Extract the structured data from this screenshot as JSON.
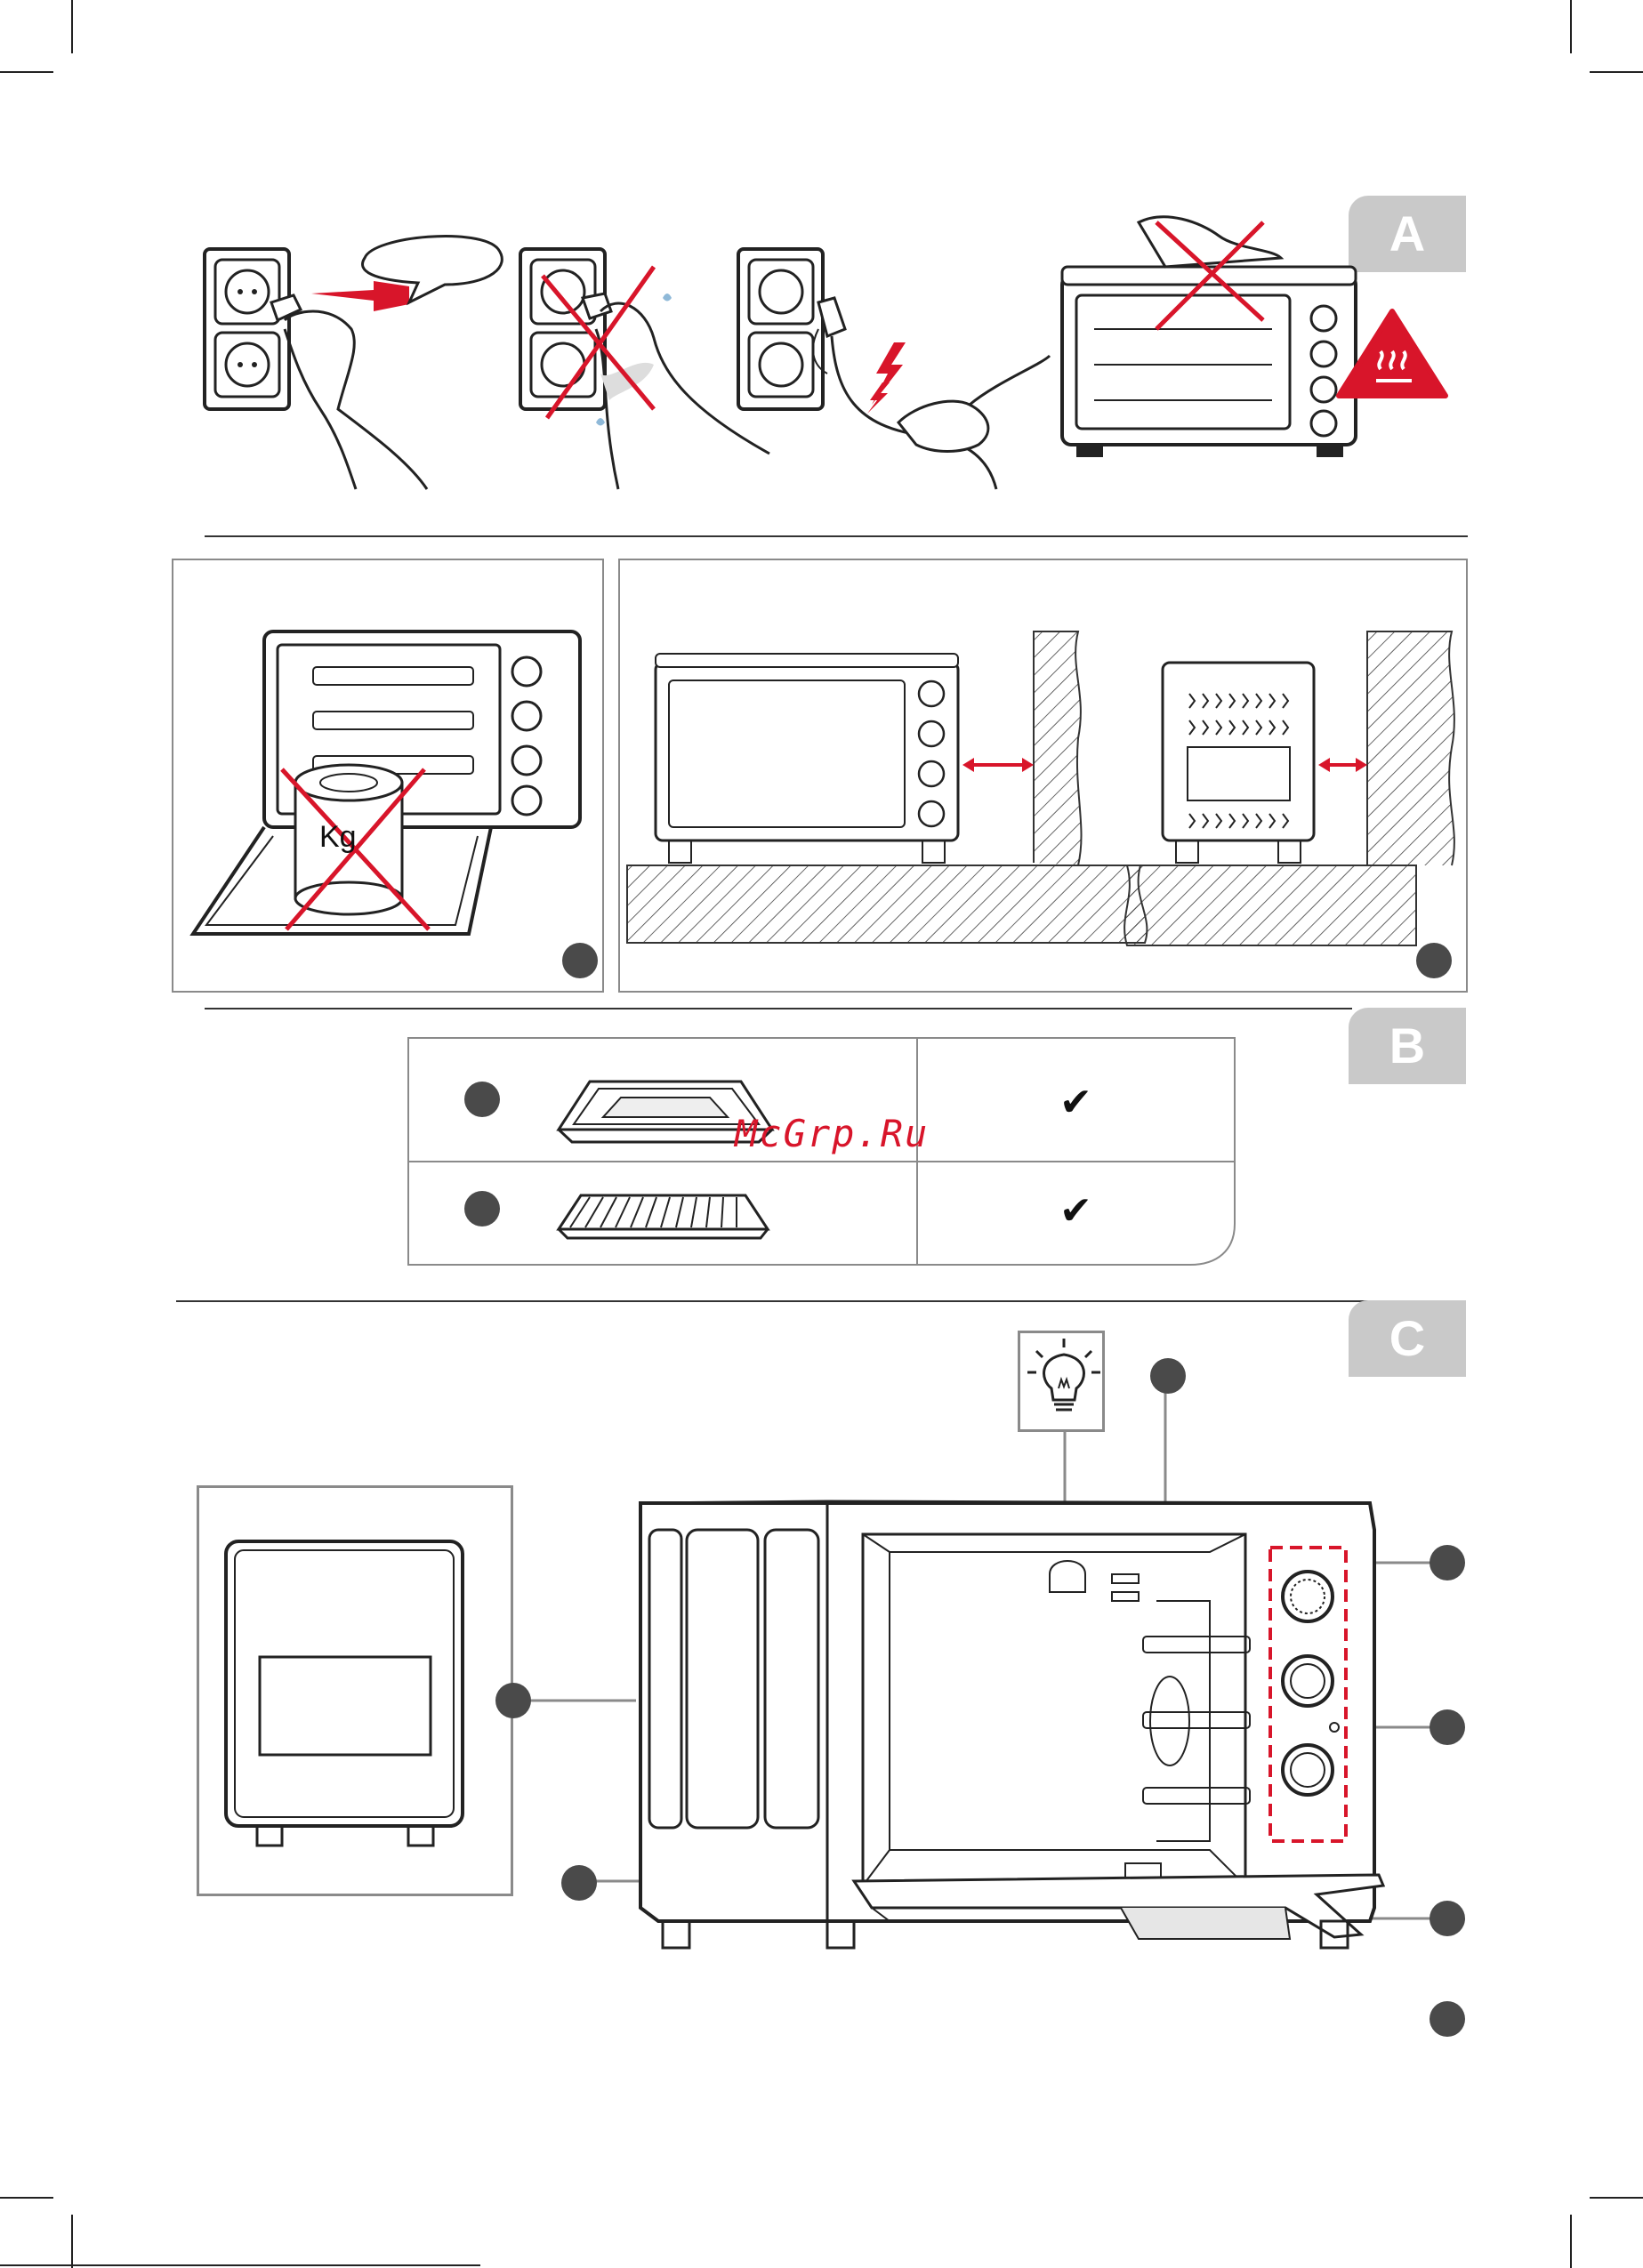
{
  "sections": {
    "a": {
      "tab_label": "A"
    },
    "b": {
      "tab_label": "B"
    },
    "c": {
      "tab_label": "C"
    }
  },
  "weight_label": "Kg",
  "accessories_table": {
    "rows": [
      {
        "item": "baking-tray",
        "check": "✔"
      },
      {
        "item": "wire-rack",
        "check": "✔"
      }
    ]
  },
  "watermark": "McGrp.Ru",
  "colors": {
    "tab_grey": "#c9c9c9",
    "warning_red": "#d8152a",
    "marker_dot": "#4a4a4a",
    "panel_border": "#8a8a8a"
  }
}
